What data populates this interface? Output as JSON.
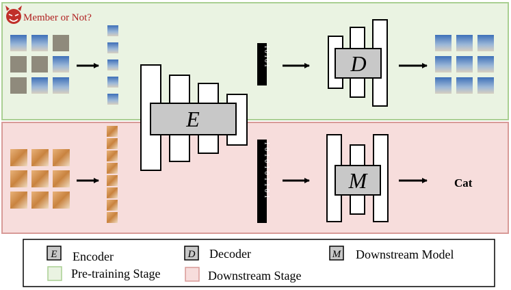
{
  "header": {
    "label": "Member or Not?"
  },
  "blocks": {
    "encoder": "E",
    "decoder": "D",
    "model": "M"
  },
  "codes": {
    "pretrain": "10101",
    "downstream": "1010101101"
  },
  "output": {
    "label": "Cat"
  },
  "legend": {
    "encoder": {
      "letter": "E",
      "label": "Encoder"
    },
    "decoder": {
      "letter": "D",
      "label": "Decoder"
    },
    "model": {
      "letter": "M",
      "label": "Downstream Model"
    },
    "pretrain": {
      "label": "Pre-training Stage"
    },
    "downstream": {
      "label": "Downstream Stage"
    }
  },
  "colors": {
    "pretrain_bg": "#eaf3e2",
    "pretrain_border": "#a9cf92",
    "downstream_bg": "#f7dddc",
    "downstream_border": "#d89a97",
    "block_fill": "#c8c8c8",
    "devil": "#c0302a",
    "text_red": "#b01f1f"
  }
}
